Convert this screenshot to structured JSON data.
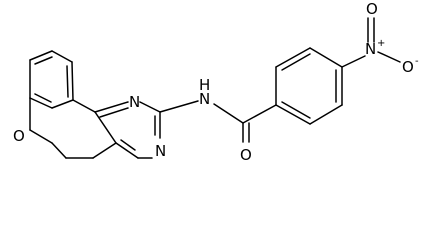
{
  "atoms": {
    "o_ring": "O",
    "n_pyr_top": "N",
    "n_pyr_bottom": "N",
    "nh": {
      "symbol": "N",
      "h": "H"
    },
    "o_carbonyl": "O",
    "nitro_n": {
      "symbol": "N",
      "charge": "+"
    },
    "nitro_o_top": "O",
    "nitro_o_right": {
      "symbol": "O",
      "charge": "-"
    }
  }
}
